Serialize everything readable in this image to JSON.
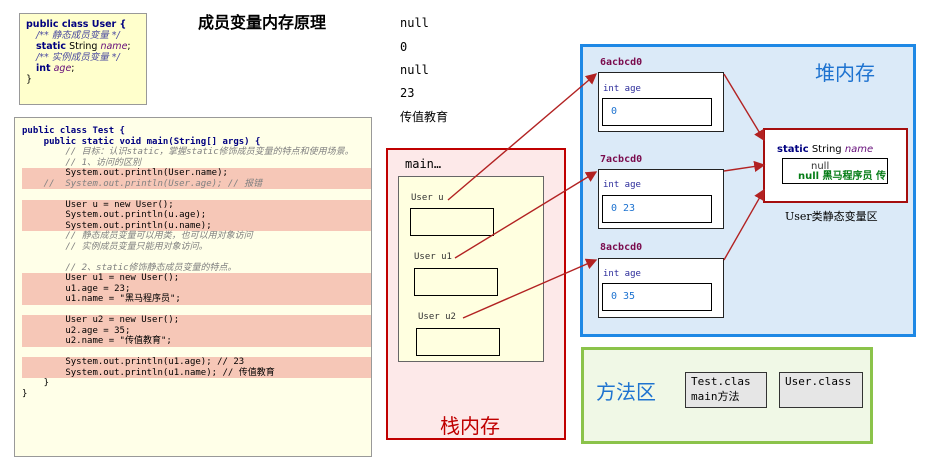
{
  "title": "成员变量内存原理",
  "user_class": {
    "line1": "public class User {",
    "comment1": "/** 静态成员变量 */",
    "field1_kw": "static",
    "field1_type": "String",
    "field1_name": "name",
    "comment2": "/** 实例成员变量 */",
    "field2_kw": "int",
    "field2_name": "age",
    "close": "}"
  },
  "test_code": {
    "l01": "public class Test {",
    "l02": "    public static void main(String[] args) {",
    "l03": "        // 目标：认识static，掌握static修饰成员变量的特点和使用场景。",
    "l04": "        // 1、访问的区别",
    "l05": "        System.out.println(User.name);",
    "l06": "    //  System.out.println(User.age); // 报错",
    "l07": "",
    "l08": "        User u = new User();",
    "l09": "        System.out.println(u.age);",
    "l10": "        System.out.println(u.name);",
    "l11": "        // 静态成员变量可以用类，也可以用对象访问",
    "l12": "        // 实例成员变量只能用对象访问。",
    "l13": "",
    "l14": "        // 2、static修饰静态成员变量的特点。",
    "l15": "        User u1 = new User();",
    "l16": "        u1.age = 23;",
    "l17": "        u1.name = \"黑马程序员\";",
    "l18": "",
    "l19": "        User u2 = new User();",
    "l20": "        u2.age = 35;",
    "l21": "        u2.name = \"传值教育\";",
    "l22": "",
    "l23": "        System.out.println(u1.age); // 23",
    "l24": "        System.out.println(u1.name); // 传值教育",
    "l25": "    }",
    "l26": "}"
  },
  "output": [
    "null",
    "0",
    "null",
    "23",
    "传值教育"
  ],
  "stack": {
    "frame": "main…",
    "vars": [
      "User  u",
      "User u1",
      "User u2"
    ],
    "title": "栈内存"
  },
  "heap": {
    "title": "堆内存",
    "objects": [
      {
        "addr": "6acbcd0",
        "type": "int age",
        "value": "0"
      },
      {
        "addr": "7acbcd0",
        "type": "int age",
        "value": "0  23"
      },
      {
        "addr": "8acbcd0",
        "type": "int age",
        "value": "0  35"
      }
    ],
    "static_field_kw": "static",
    "static_field_type": "String",
    "static_field_name": "name",
    "static_value": "null 黑马程序员 传值教育",
    "static_caption": "User类静态变量区"
  },
  "method_area": {
    "title": "方法区",
    "boxes": [
      "Test.clas\nmain方法",
      "User.class"
    ]
  },
  "colors": {
    "heap_border": "#1e88e5",
    "stack_border": "#c00000",
    "method_border": "#8bc34a",
    "arrow": "#b22222"
  }
}
